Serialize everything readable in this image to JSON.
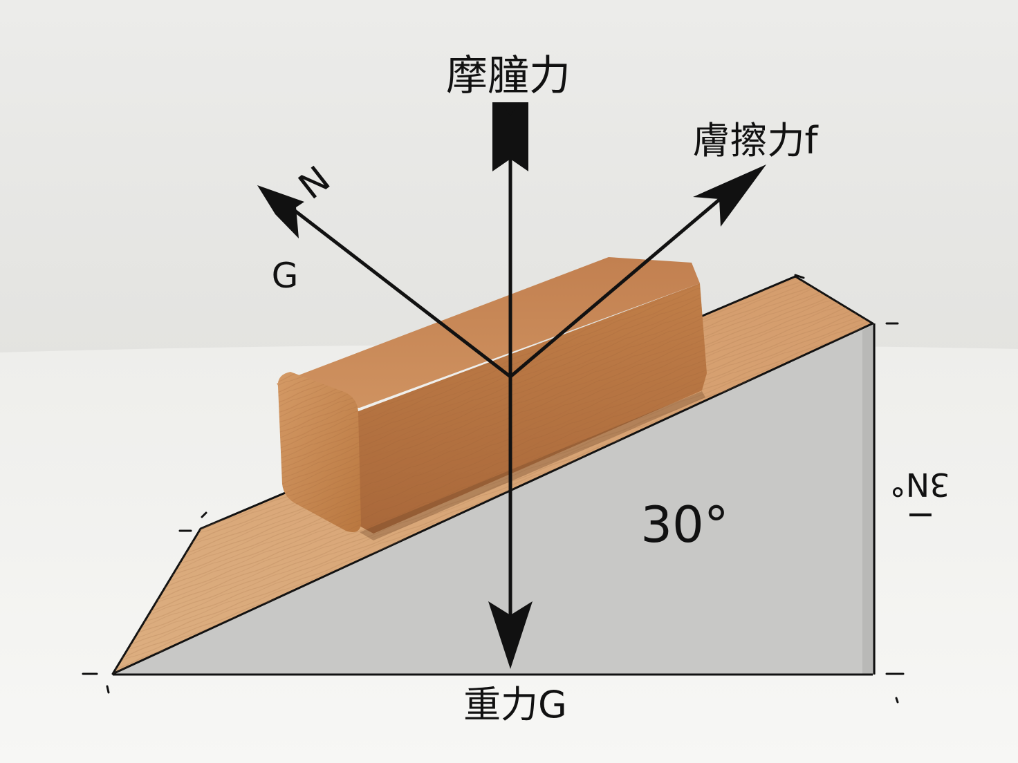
{
  "labels": {
    "top_force": "摩膧力",
    "right_force": "膚擦力f",
    "left_force_n": "N",
    "left_force_g": "G",
    "bottom_force": "重力G",
    "angle": "30°",
    "side_top": "3N°",
    "side_bottom": "I"
  },
  "colors": {
    "wall": "#ebebe8",
    "table": "#f4f4f1",
    "wedge_face": "#c9c9c7",
    "wedge_side": "#dcdcd9",
    "incline_wood": "#d9a878",
    "block_top": "#c8834e",
    "block_face": "#b6733f",
    "block_end": "#c88a55",
    "ink": "#111111"
  }
}
